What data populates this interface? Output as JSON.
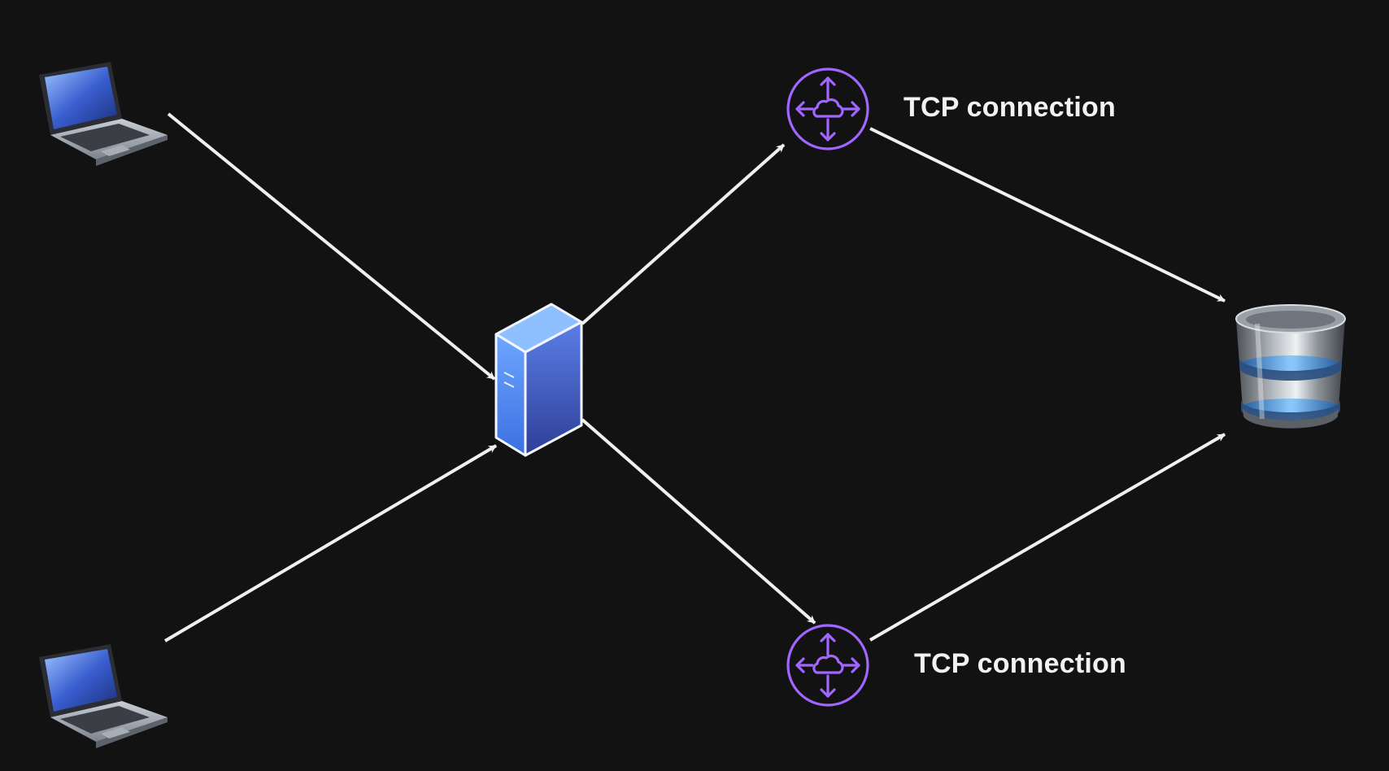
{
  "diagram": {
    "nodes": {
      "laptop_top": {
        "icon": "laptop-icon"
      },
      "laptop_bottom": {
        "icon": "laptop-icon"
      },
      "server": {
        "icon": "server-icon"
      },
      "router_top": {
        "icon": "router-icon",
        "label": "TCP connection"
      },
      "router_bottom": {
        "icon": "router-icon",
        "label": "TCP connection"
      },
      "database": {
        "icon": "database-icon"
      }
    },
    "edges": [
      {
        "from": "laptop_top",
        "to": "server"
      },
      {
        "from": "laptop_bottom",
        "to": "server"
      },
      {
        "from": "server",
        "to": "router_top"
      },
      {
        "from": "server",
        "to": "router_bottom"
      },
      {
        "from": "router_top",
        "to": "database"
      },
      {
        "from": "router_bottom",
        "to": "database"
      }
    ]
  },
  "colors": {
    "background": "#121212",
    "edge": "#f0f0f0",
    "router": "#a166ff",
    "label": "#f2f2f2",
    "server_front": "#4f7fe6",
    "server_side": "#3556b8",
    "server_top": "#7fb0ff",
    "database_body": "#7a7f86",
    "database_glow": "#4aa3ff"
  }
}
